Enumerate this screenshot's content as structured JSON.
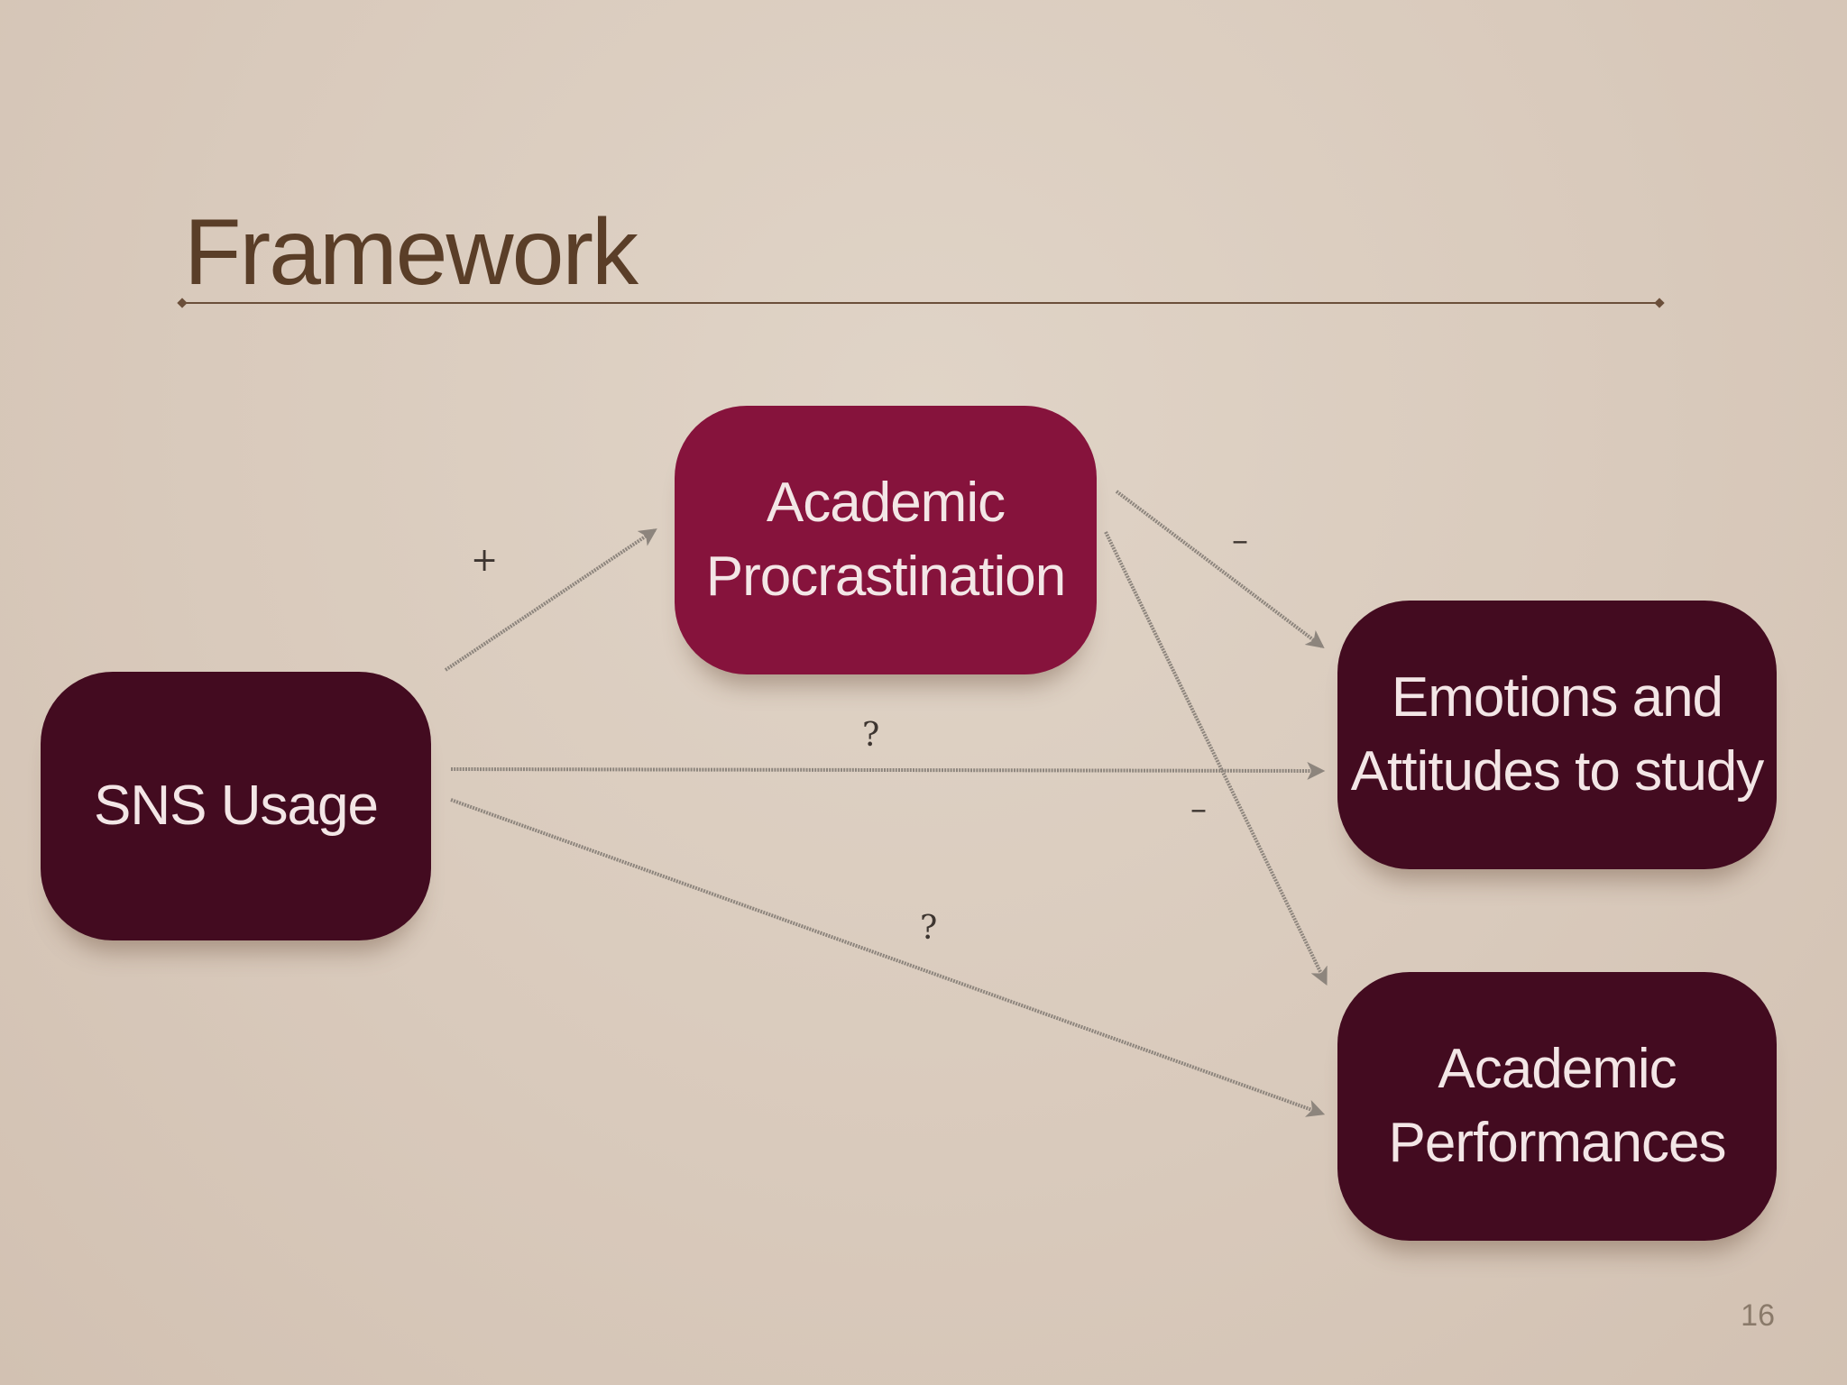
{
  "slide": {
    "title": "Framework",
    "page_number": "16"
  },
  "nodes": {
    "sns_usage": {
      "lines": [
        "SNS Usage"
      ]
    },
    "academic_procrastination": {
      "lines": [
        "Academic",
        "Procrastination"
      ]
    },
    "emotions_attitudes": {
      "lines": [
        "Emotions and",
        "Attitudes to study"
      ]
    },
    "academic_performances": {
      "lines": [
        "Academic",
        "Performances"
      ]
    }
  },
  "edges": [
    {
      "from": "SNS Usage",
      "to": "Academic Procrastination",
      "label": "+"
    },
    {
      "from": "Academic Procrastination",
      "to": "Emotions and Attitudes to study",
      "label": "–"
    },
    {
      "from": "Academic Procrastination",
      "to": "Academic Performances",
      "label": "–"
    },
    {
      "from": "SNS Usage",
      "to": "Emotions and Attitudes to study",
      "label": "?"
    },
    {
      "from": "SNS Usage",
      "to": "Academic Performances",
      "label": "?"
    }
  ],
  "colors": {
    "background": "#dbcdbf",
    "title": "#5a3e28",
    "node_dark": "#430b20",
    "node_highlight": "#86133c",
    "node_text": "#f3e6e6",
    "arrow": "#8d857d"
  }
}
